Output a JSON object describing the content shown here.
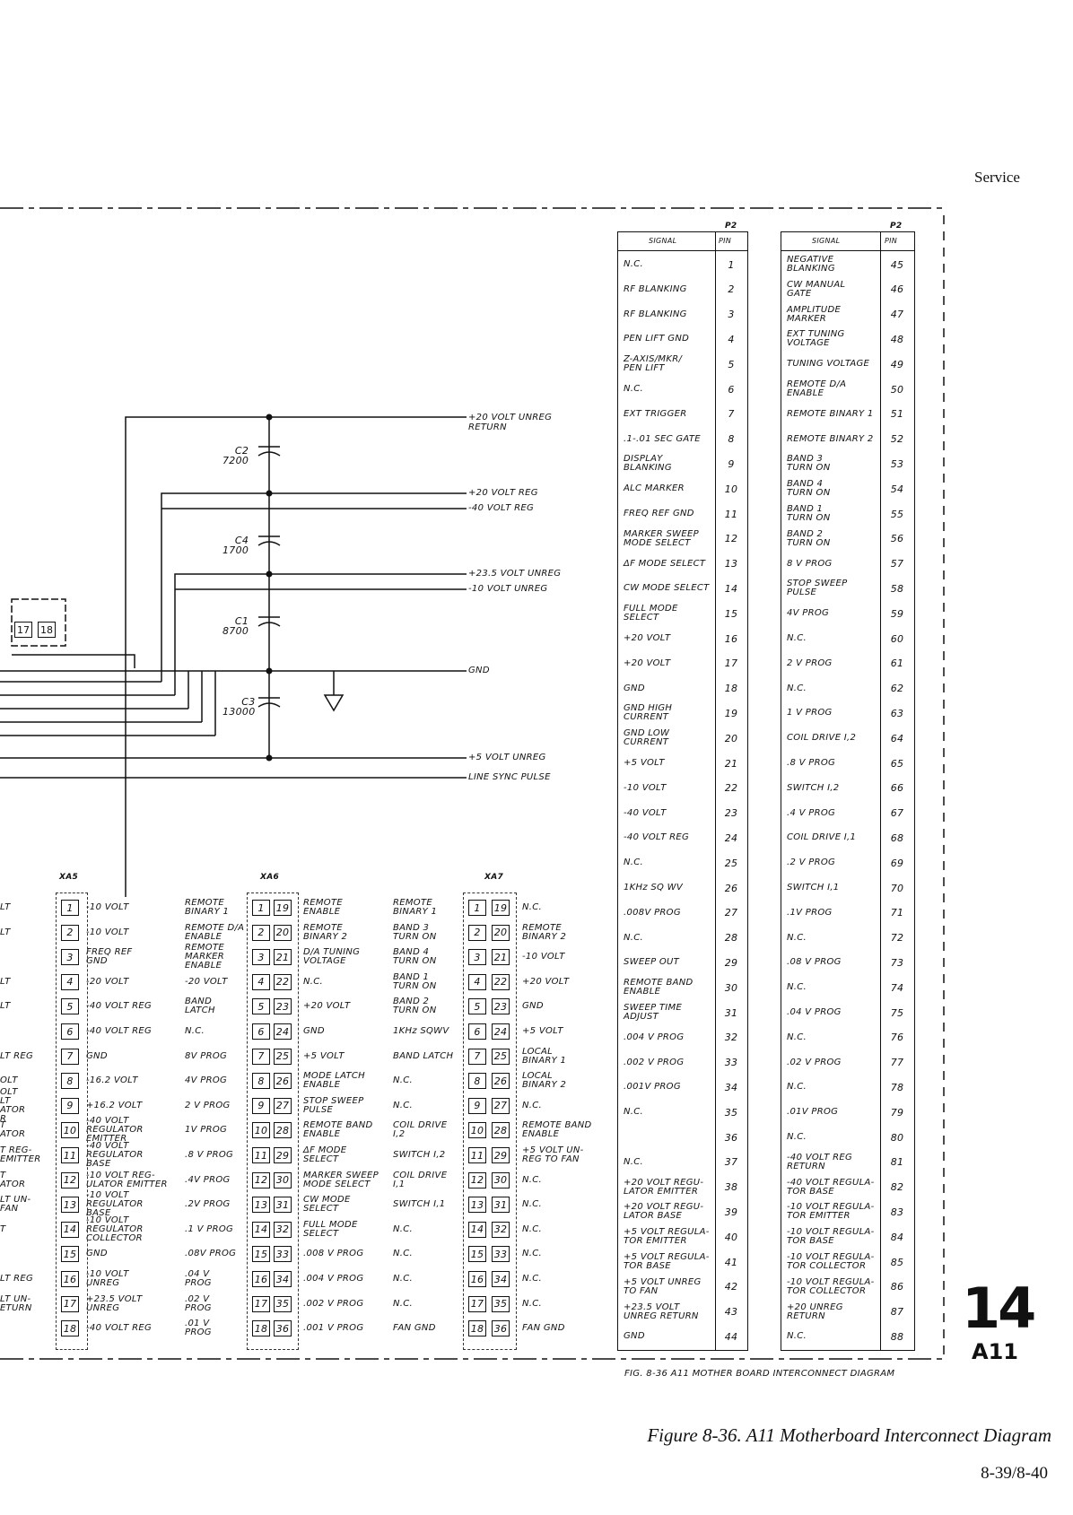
{
  "header": {
    "section": "Service"
  },
  "caption": "Figure 8-36. A11 Motherboard Interconnect Diagram",
  "page_number": "8-39/8-40",
  "tab": {
    "number": "14",
    "ref": "A11"
  },
  "figure_note": "FIG. 8-36 A11 MOTHER BOARD INTERCONNECT DIAGRAM",
  "capacitors": [
    {
      "ref": "C2",
      "value": "7200"
    },
    {
      "ref": "C4",
      "value": "1700"
    },
    {
      "ref": "C1",
      "value": "8700"
    },
    {
      "ref": "C3",
      "value": "13000"
    }
  ],
  "nets": [
    "+20 VOLT UNREG\nRETURN",
    "+20 VOLT REG",
    "-40 VOLT REG",
    "+23.5 VOLT UNREG",
    "-10 VOLT UNREG",
    "GND",
    "+5 VOLT UNREG",
    "LINE SYNC PULSE"
  ],
  "left_box_pins": [
    "17",
    "18"
  ],
  "p2_table_1": {
    "header": "P2",
    "col_signal": "SIGNAL",
    "col_pin": "PIN",
    "rows": [
      {
        "signal": "N.C.",
        "pin": "1"
      },
      {
        "signal": "RF BLANKING",
        "pin": "2"
      },
      {
        "signal": "RF BLANKING",
        "pin": "3"
      },
      {
        "signal": "PEN LIFT GND",
        "pin": "4"
      },
      {
        "signal": "Z-AXIS/MKR/\nPEN LIFT",
        "pin": "5"
      },
      {
        "signal": "N.C.",
        "pin": "6"
      },
      {
        "signal": "EXT TRIGGER",
        "pin": "7"
      },
      {
        "signal": ".1-.01 SEC GATE",
        "pin": "8"
      },
      {
        "signal": "DISPLAY\nBLANKING",
        "pin": "9"
      },
      {
        "signal": "ALC MARKER",
        "pin": "10"
      },
      {
        "signal": "FREQ REF GND",
        "pin": "11"
      },
      {
        "signal": "MARKER SWEEP\nMODE SELECT",
        "pin": "12"
      },
      {
        "signal": "ΔF MODE SELECT",
        "pin": "13"
      },
      {
        "signal": "CW MODE SELECT",
        "pin": "14"
      },
      {
        "signal": "FULL MODE\nSELECT",
        "pin": "15"
      },
      {
        "signal": "+20 VOLT",
        "pin": "16"
      },
      {
        "signal": "+20 VOLT",
        "pin": "17"
      },
      {
        "signal": "GND",
        "pin": "18"
      },
      {
        "signal": "GND HIGH\nCURRENT",
        "pin": "19"
      },
      {
        "signal": "GND LOW\nCURRENT",
        "pin": "20"
      },
      {
        "signal": "+5 VOLT",
        "pin": "21"
      },
      {
        "signal": "-10 VOLT",
        "pin": "22"
      },
      {
        "signal": "-40 VOLT",
        "pin": "23"
      },
      {
        "signal": "-40 VOLT REG",
        "pin": "24"
      },
      {
        "signal": "N.C.",
        "pin": "25"
      },
      {
        "signal": "1KHz SQ WV",
        "pin": "26"
      },
      {
        "signal": ".008V PROG",
        "pin": "27"
      },
      {
        "signal": "N.C.",
        "pin": "28"
      },
      {
        "signal": "SWEEP OUT",
        "pin": "29"
      },
      {
        "signal": "REMOTE BAND\nENABLE",
        "pin": "30"
      },
      {
        "signal": "SWEEP TIME\nADJUST",
        "pin": "31"
      },
      {
        "signal": ".004 V PROG",
        "pin": "32"
      },
      {
        "signal": ".002 V PROG",
        "pin": "33"
      },
      {
        "signal": ".001V PROG",
        "pin": "34"
      },
      {
        "signal": "N.C.",
        "pin": "35"
      },
      {
        "signal": "",
        "pin": "36"
      },
      {
        "signal": "N.C.",
        "pin": "37"
      },
      {
        "signal": "+20 VOLT REGU-\nLATOR EMITTER",
        "pin": "38"
      },
      {
        "signal": "+20 VOLT REGU-\nLATOR BASE",
        "pin": "39"
      },
      {
        "signal": "+5 VOLT REGULA-\nTOR EMITTER",
        "pin": "40"
      },
      {
        "signal": "+5 VOLT REGULA-\nTOR BASE",
        "pin": "41"
      },
      {
        "signal": "+5 VOLT UNREG\nTO FAN",
        "pin": "42"
      },
      {
        "signal": "+23.5 VOLT\nUNREG RETURN",
        "pin": "43"
      },
      {
        "signal": "GND",
        "pin": "44"
      }
    ]
  },
  "p2_table_2": {
    "header": "P2",
    "col_signal": "SIGNAL",
    "col_pin": "PIN",
    "rows": [
      {
        "signal": "NEGATIVE\nBLANKING",
        "pin": "45"
      },
      {
        "signal": "CW MANUAL\nGATE",
        "pin": "46"
      },
      {
        "signal": "AMPLITUDE\nMARKER",
        "pin": "47"
      },
      {
        "signal": "EXT TUNING\nVOLTAGE",
        "pin": "48"
      },
      {
        "signal": "TUNING VOLTAGE",
        "pin": "49"
      },
      {
        "signal": "REMOTE D/A\nENABLE",
        "pin": "50"
      },
      {
        "signal": "REMOTE BINARY 1",
        "pin": "51"
      },
      {
        "signal": "REMOTE BINARY 2",
        "pin": "52"
      },
      {
        "signal": "BAND 3\nTURN ON",
        "pin": "53"
      },
      {
        "signal": "BAND 4\nTURN ON",
        "pin": "54"
      },
      {
        "signal": "BAND 1\nTURN ON",
        "pin": "55"
      },
      {
        "signal": "BAND 2\nTURN ON",
        "pin": "56"
      },
      {
        "signal": "8 V PROG",
        "pin": "57"
      },
      {
        "signal": "STOP SWEEP\nPULSE",
        "pin": "58"
      },
      {
        "signal": "4V PROG",
        "pin": "59"
      },
      {
        "signal": "N.C.",
        "pin": "60"
      },
      {
        "signal": "2 V PROG",
        "pin": "61"
      },
      {
        "signal": "N.C.",
        "pin": "62"
      },
      {
        "signal": "1 V PROG",
        "pin": "63"
      },
      {
        "signal": "COIL DRIVE I,2",
        "pin": "64"
      },
      {
        "signal": ".8 V PROG",
        "pin": "65"
      },
      {
        "signal": "SWITCH I,2",
        "pin": "66"
      },
      {
        "signal": ".4 V PROG",
        "pin": "67"
      },
      {
        "signal": "COIL DRIVE I,1",
        "pin": "68"
      },
      {
        "signal": ".2 V PROG",
        "pin": "69"
      },
      {
        "signal": "SWITCH I,1",
        "pin": "70"
      },
      {
        "signal": ".1V PROG",
        "pin": "71"
      },
      {
        "signal": "N.C.",
        "pin": "72"
      },
      {
        "signal": ".08 V PROG",
        "pin": "73"
      },
      {
        "signal": "N.C.",
        "pin": "74"
      },
      {
        "signal": ".04 V PROG",
        "pin": "75"
      },
      {
        "signal": "N.C.",
        "pin": "76"
      },
      {
        "signal": ".02 V PROG",
        "pin": "77"
      },
      {
        "signal": "N.C.",
        "pin": "78"
      },
      {
        "signal": ".01V PROG",
        "pin": "79"
      },
      {
        "signal": "N.C.",
        "pin": "80"
      },
      {
        "signal": "-40 VOLT REG\nRETURN",
        "pin": "81"
      },
      {
        "signal": "-40 VOLT REGULA-\nTOR BASE",
        "pin": "82"
      },
      {
        "signal": "-10 VOLT REGULA-\nTOR EMITTER",
        "pin": "83"
      },
      {
        "signal": "-10 VOLT REGULA-\nTOR BASE",
        "pin": "84"
      },
      {
        "signal": "-10 VOLT REGULA-\nTOR COLLECTOR",
        "pin": "85"
      },
      {
        "signal": "-10 VOLT REGULA-\nTOR COLLECTOR",
        "pin": "86"
      },
      {
        "signal": "+20 UNREG\nRETURN",
        "pin": "87"
      },
      {
        "signal": "N.C.",
        "pin": "88"
      }
    ]
  },
  "xa5": {
    "title": "XA5",
    "left_edge": [
      "LT",
      "LT",
      "",
      "LT",
      "LT",
      "",
      "LT REG",
      "OLT",
      "OLT\nLT\nATOR\nR",
      "T\nATOR",
      "T REG-\n EMITTER",
      "T\nATOR",
      "LT UN-\n FAN",
      "T",
      "",
      "LT REG",
      "LT UN-\nETURN"
    ],
    "pins": [
      "1",
      "2",
      "3",
      "4",
      "5",
      "6",
      "7",
      "8",
      "9",
      "10",
      "11",
      "12",
      "13",
      "14",
      "15",
      "16",
      "17",
      "18"
    ],
    "right": [
      "-10 VOLT",
      "-10 VOLT",
      "FREQ REF\nGND",
      "-20 VOLT",
      "-40 VOLT REG",
      "-40 VOLT REG",
      "GND",
      "-16.2 VOLT",
      "+16.2 VOLT",
      "-40 VOLT\nREGULATOR\nEMITTER",
      "-40 VOLT\nREGULATOR\nBASE",
      "-10 VOLT REG-\nULATOR EMITTER",
      "-10 VOLT\nREGULATOR\nBASE",
      "-10 VOLT\nREGULATOR\nCOLLECTOR",
      "GND",
      "-10 VOLT\nUNREG",
      "+23.5 VOLT\nUNREG",
      "-40 VOLT REG"
    ]
  },
  "xa6": {
    "title": "XA6",
    "left": [
      "REMOTE\nBINARY 1",
      "REMOTE D/A\nENABLE",
      "REMOTE\nMARKER\nENABLE",
      "-20 VOLT",
      "BAND\nLATCH",
      "N.C.",
      "8V PROG",
      "4V PROG",
      "2 V PROG",
      "1V PROG",
      ".8 V PROG",
      ".4V PROG",
      ".2V PROG",
      ".1 V PROG",
      ".08V PROG",
      ".04 V\nPROG",
      ".02 V\nPROG",
      ".01 V\nPROG"
    ],
    "pins_a": [
      "1",
      "2",
      "3",
      "4",
      "5",
      "6",
      "7",
      "8",
      "9",
      "10",
      "11",
      "12",
      "13",
      "14",
      "15",
      "16",
      "17",
      "18"
    ],
    "pins_b": [
      "19",
      "20",
      "21",
      "22",
      "23",
      "24",
      "25",
      "26",
      "27",
      "28",
      "29",
      "30",
      "31",
      "32",
      "33",
      "34",
      "35",
      "36"
    ],
    "right": [
      "REMOTE\nENABLE",
      "REMOTE\nBINARY 2",
      "D/A TUNING\nVOLTAGE",
      "N.C.",
      "+20 VOLT",
      "GND",
      "+5 VOLT",
      "MODE LATCH\nENABLE",
      "STOP SWEEP\nPULSE",
      "REMOTE BAND\nENABLE",
      "ΔF MODE\nSELECT",
      "MARKER SWEEP\nMODE SELECT",
      "CW MODE\nSELECT",
      "FULL MODE\nSELECT",
      ".008 V PROG",
      ".004 V PROG",
      ".002 V PROG",
      ".001 V PROG"
    ]
  },
  "xa7": {
    "title": "XA7",
    "left": [
      "REMOTE\nBINARY 1",
      "BAND 3\nTURN ON",
      "BAND 4\nTURN ON",
      "BAND 1\nTURN ON",
      "BAND 2\nTURN ON",
      "1KHz SQWV",
      "BAND LATCH",
      "N.C.",
      "N.C.",
      "COIL DRIVE\nI,2",
      "SWITCH I,2",
      "COIL DRIVE\nI,1",
      "SWITCH I,1",
      "N.C.",
      "N.C.",
      "N.C.",
      "N.C.",
      "FAN GND"
    ],
    "pins_a": [
      "1",
      "2",
      "3",
      "4",
      "5",
      "6",
      "7",
      "8",
      "9",
      "10",
      "11",
      "12",
      "13",
      "14",
      "15",
      "16",
      "17",
      "18"
    ],
    "pins_b": [
      "19",
      "20",
      "21",
      "22",
      "23",
      "24",
      "25",
      "26",
      "27",
      "28",
      "29",
      "30",
      "31",
      "32",
      "33",
      "34",
      "35",
      "36"
    ],
    "right": [
      "N.C.",
      "REMOTE\nBINARY 2",
      "-10 VOLT",
      "+20 VOLT",
      "GND",
      "+5 VOLT",
      "LOCAL\nBINARY 1",
      "LOCAL\nBINARY 2",
      "N.C.",
      "REMOTE BAND\nENABLE",
      "+5 VOLT UN-\nREG TO FAN",
      "N.C.",
      "N.C.",
      "N.C.",
      "N.C.",
      "N.C.",
      "N.C.",
      "FAN GND"
    ]
  }
}
